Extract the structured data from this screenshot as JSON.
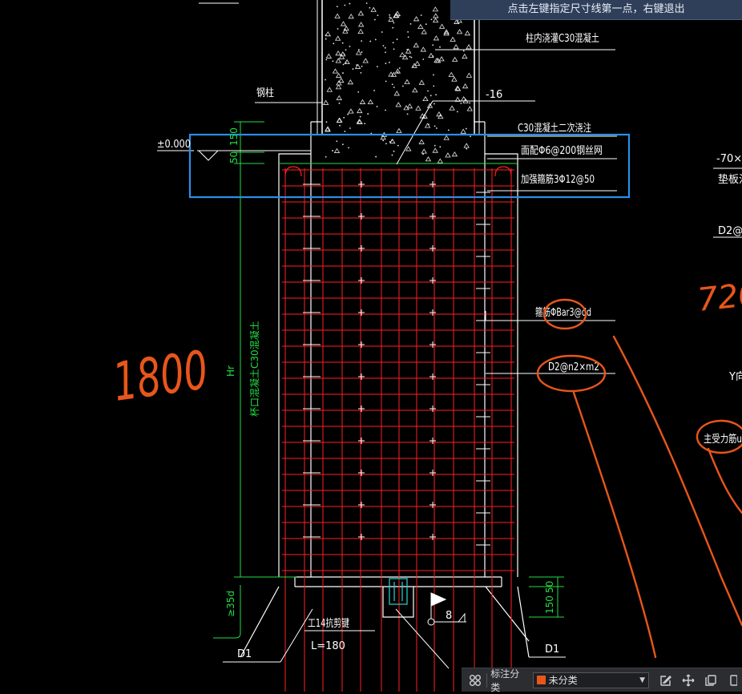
{
  "prompt": {
    "message": "点击左键指定尺寸线第一点，右键退出"
  },
  "drawing": {
    "labels": {
      "column_concrete": "柱内浇灌C30混凝土",
      "steel_column": "钢柱",
      "plate_thickness": "-16",
      "secondary_pour": "C30混凝土二次浇注",
      "mesh": "面配Φ6@200钢丝网",
      "stiffener": "加强箍筋3Φ12@50",
      "elevation": "±0.000",
      "stirrup": "箍筋ΦBar3@dd",
      "d2_spec": "D2@n2×m2",
      "pier_concrete": "杯口混凝土C30混凝土",
      "hr": "Hr",
      "lap": "≥35d",
      "d1_left": "D1",
      "d1_right": "D1",
      "shear_key": "工14抗剪键",
      "key_length": "L=180",
      "weld_size": "8",
      "dim_150_top": "150",
      "dim_50_top": "50",
      "dim_50_bot": "50",
      "dim_150_bot": "150",
      "edge_top": "-70×",
      "edge_plate": "垫板注",
      "edge_d2": "D2@",
      "edge_y": "Y向",
      "edge_main": "主受力筋u"
    },
    "annotations": {
      "handwritten_left": "1800",
      "handwritten_right": "720"
    },
    "colors": {
      "line": "#ffffff",
      "rebar": "#ff2020",
      "dimension": "#22dd44",
      "highlight": "#2a8fe8",
      "ink": "#e8561b",
      "hatch": "#e8e8e8"
    }
  },
  "toolbar": {
    "category_label": "标注分类",
    "category_value": "未分类"
  }
}
